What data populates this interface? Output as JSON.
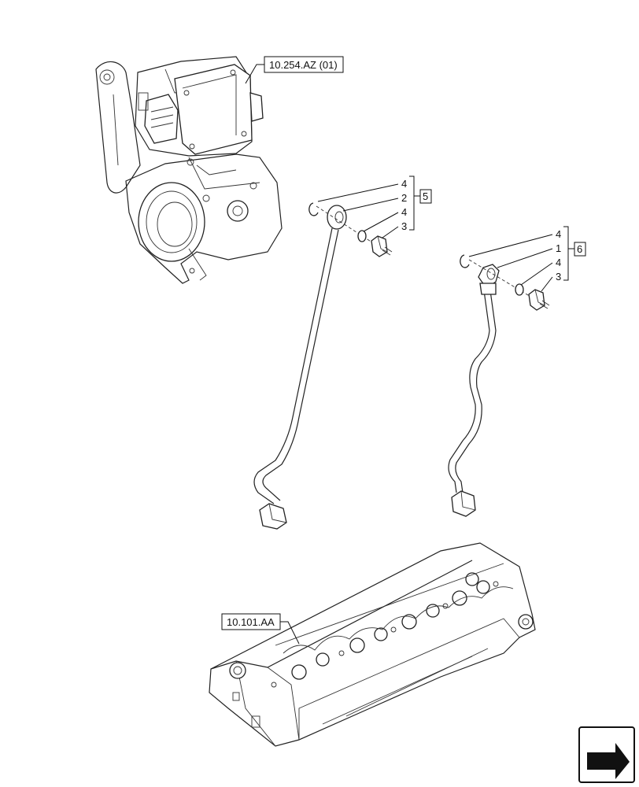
{
  "references": {
    "upper_module": "10.254.AZ (01)",
    "cylinder_head": "10.101.AA"
  },
  "group_a": {
    "callouts": [
      "4",
      "2",
      "4",
      "3"
    ],
    "group_number": "5"
  },
  "group_b": {
    "callouts": [
      "4",
      "1",
      "4",
      "3"
    ],
    "group_number": "6"
  },
  "nav_icon": "next-page-arrow-icon"
}
